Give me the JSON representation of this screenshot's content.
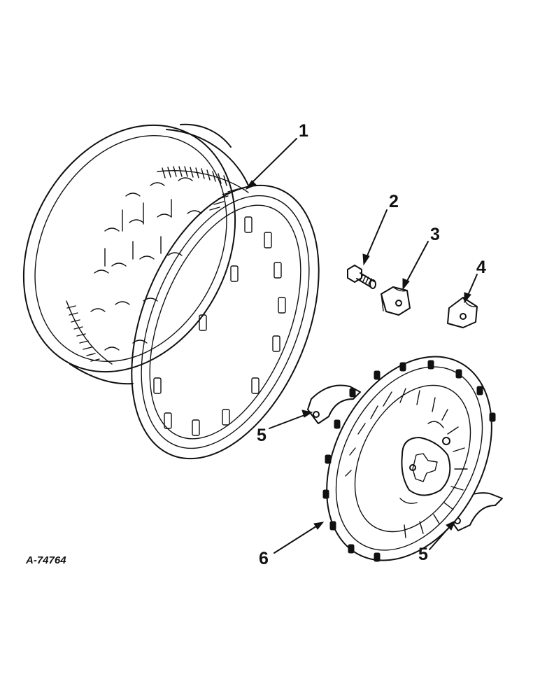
{
  "diagram": {
    "figure_id": "A-74764",
    "callouts": {
      "c1": "1",
      "c2": "2",
      "c3": "3",
      "c4": "4",
      "c5a": "5",
      "c5b": "5",
      "c6": "6"
    }
  },
  "colors": {
    "ink": "#111111",
    "paper": "#ffffff"
  }
}
